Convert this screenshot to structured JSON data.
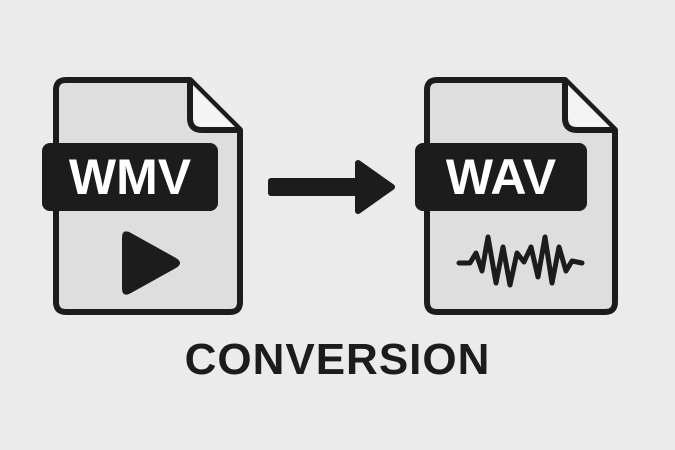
{
  "source_file": {
    "format": "WMV",
    "icon": "play-icon"
  },
  "target_file": {
    "format": "WAV",
    "icon": "waveform-icon"
  },
  "arrow": {
    "icon": "right-arrow-icon"
  },
  "caption": "CONVERSION",
  "colors": {
    "background": "#ebebeb",
    "ink": "#1c1c1c",
    "page": "#dedede",
    "label_text": "#ffffff"
  }
}
